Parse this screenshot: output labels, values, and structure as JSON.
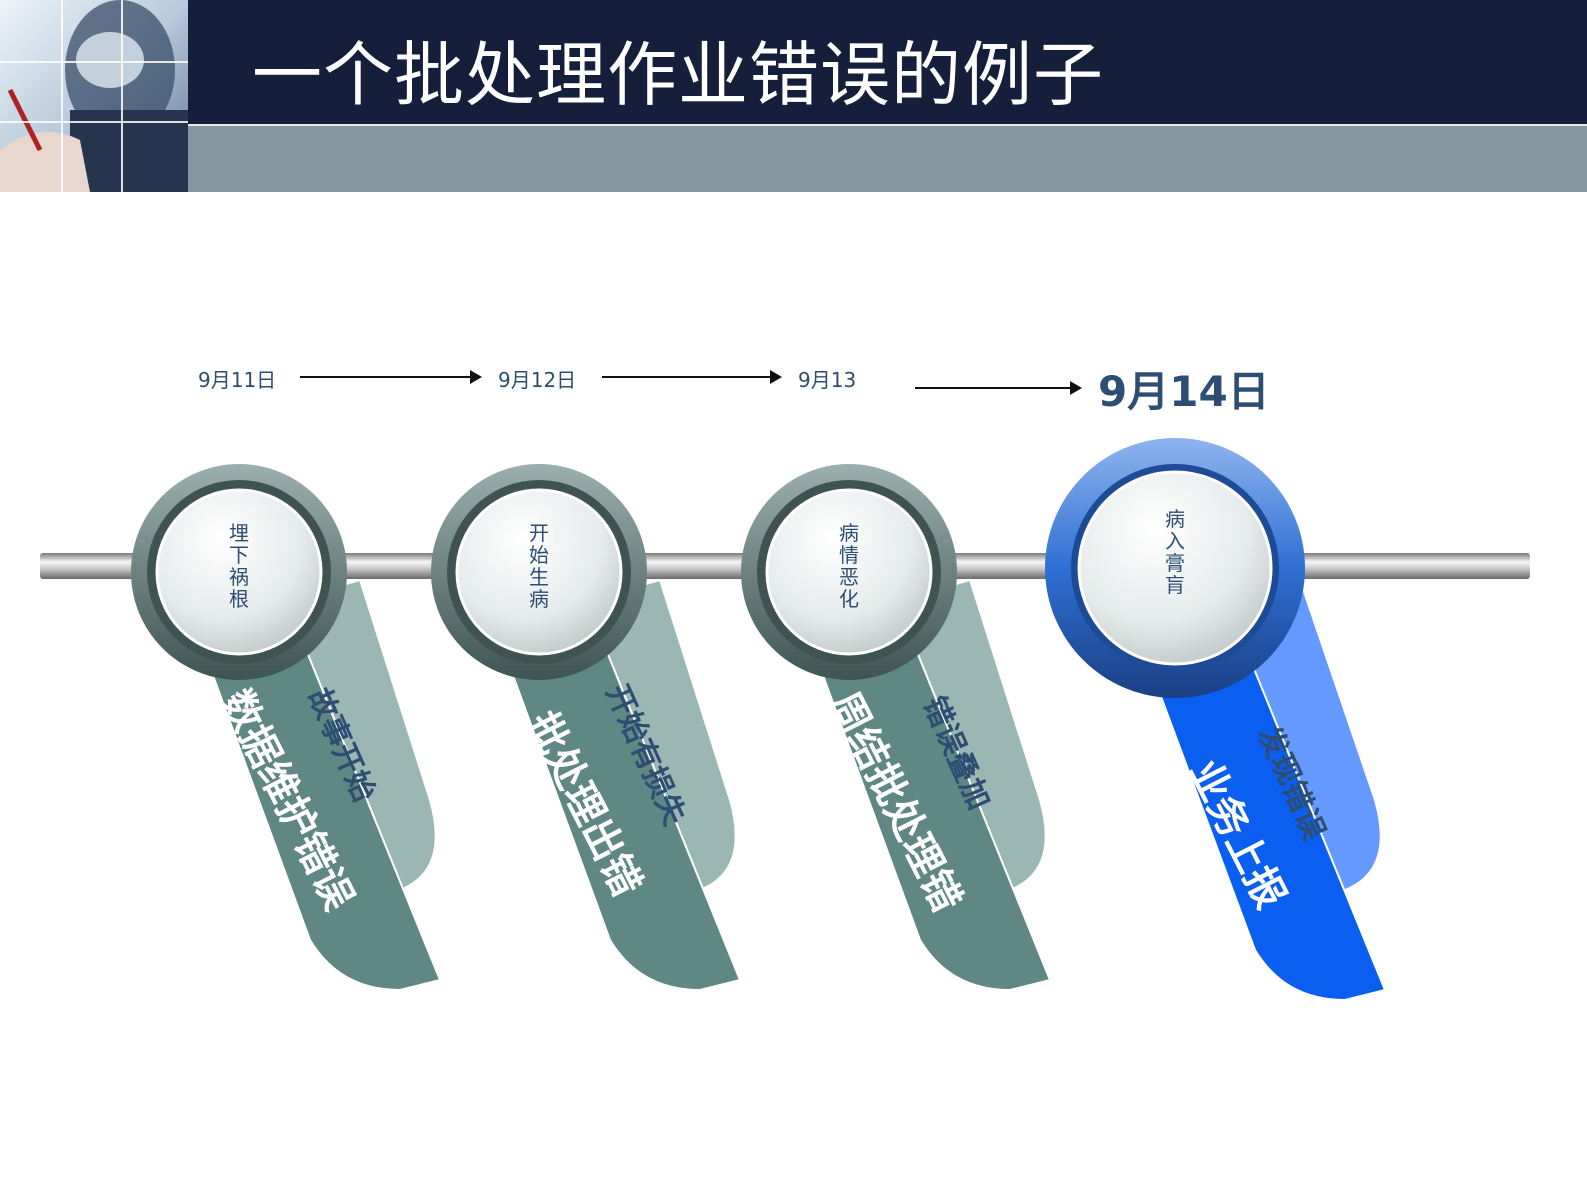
{
  "title": "一个批处理作业错误的例子",
  "dates": [
    {
      "label": "9月11日"
    },
    {
      "label": "9月12日"
    },
    {
      "label": "9月13"
    },
    {
      "label": "9月14日"
    }
  ],
  "stages": [
    {
      "inner": "埋下祸根",
      "main": "数据维护错误",
      "sub": "故事开始"
    },
    {
      "inner": "开始生病",
      "main": "批处理出错",
      "sub": "开始有损失"
    },
    {
      "inner": "病情恶化",
      "main": "周结批处理错",
      "sub": "错误叠加"
    },
    {
      "inner": "病入膏肓",
      "main": "业务上报",
      "sub": "发现错误"
    }
  ],
  "colors": {
    "header": "#151e3a",
    "band": "#84979f",
    "tab_dark": "#5f8784",
    "tab_light": "#9ab7b4",
    "tab_blue": "#0a5ef0",
    "tab_blue_light": "#6699ff",
    "ring_gray": "#5e7673",
    "ring_blue": "#2a67c8",
    "date_text": "#2d4e72"
  }
}
